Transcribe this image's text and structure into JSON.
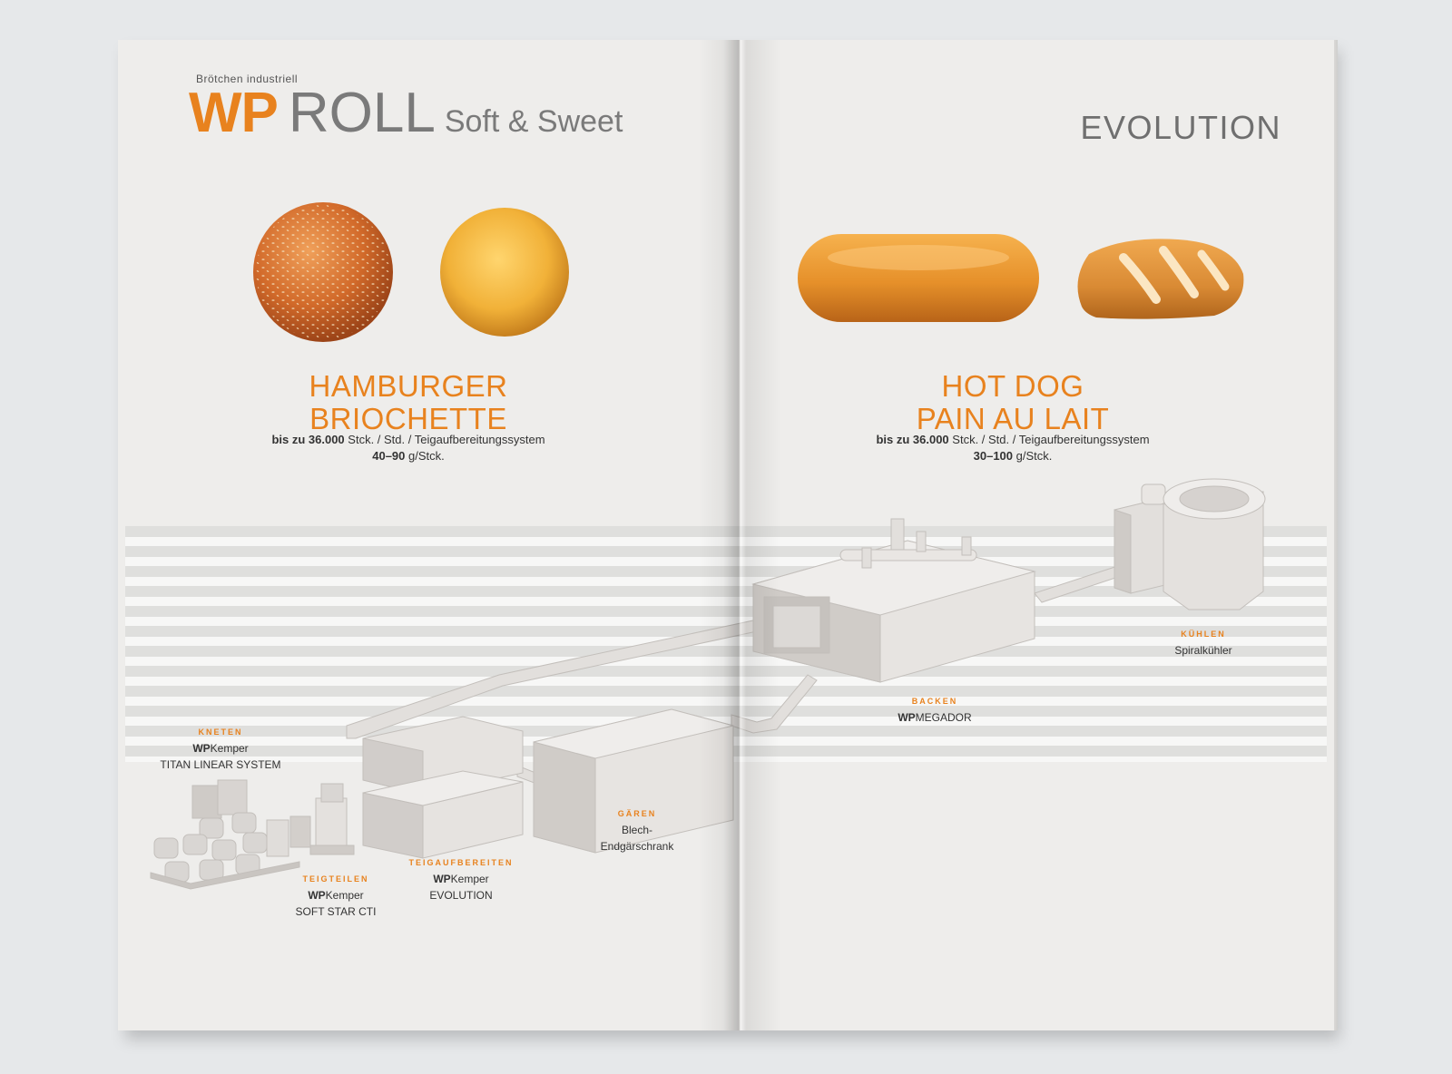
{
  "left_page": {
    "kicker": "Brötchen industriell",
    "brand_wp": "WP",
    "brand_roll": "ROLL",
    "brand_sub": "Soft & Sweet",
    "title_line1": "HAMBURGER",
    "title_line2": "BRIOCHETTE",
    "info_bold": "bis zu 36.000",
    "info_rest": " Stck. / Std. / Teigaufbereitungssystem",
    "weight_bold": "40–90",
    "weight_rest": " g/Stck."
  },
  "right_page": {
    "heading": "EVOLUTION",
    "title_line1": "HOT DOG",
    "title_line2": "PAIN AU LAIT",
    "info_bold": "bis zu 36.000",
    "info_rest": " Stck. / Std. / Teigaufbereitungssystem",
    "weight_bold": "30–100",
    "weight_rest": " g/Stck."
  },
  "stations": [
    {
      "stage": "KNETEN",
      "brand": "WP",
      "machine": "Kemper",
      "line2": "TITAN LINEAR SYSTEM"
    },
    {
      "stage": "TEIGTEILEN",
      "brand": "WP",
      "machine": "Kemper",
      "line2": "SOFT STAR CTI"
    },
    {
      "stage": "TEIGAUFBEREITEN",
      "brand": "WP",
      "machine": "Kemper",
      "line2": "EVOLUTION"
    },
    {
      "stage": "GÄREN",
      "line1": "Blech-",
      "line2": "Endgärschrank"
    },
    {
      "stage": "BACKEN",
      "brand": "WP",
      "machine": "MEGADOR"
    },
    {
      "stage": "KÜHLEN",
      "line1": "Spiralkühler"
    }
  ],
  "colors": {
    "accent": "#e8821e",
    "gray_text": "#7a7a7a",
    "paper": "#eeedeb"
  }
}
